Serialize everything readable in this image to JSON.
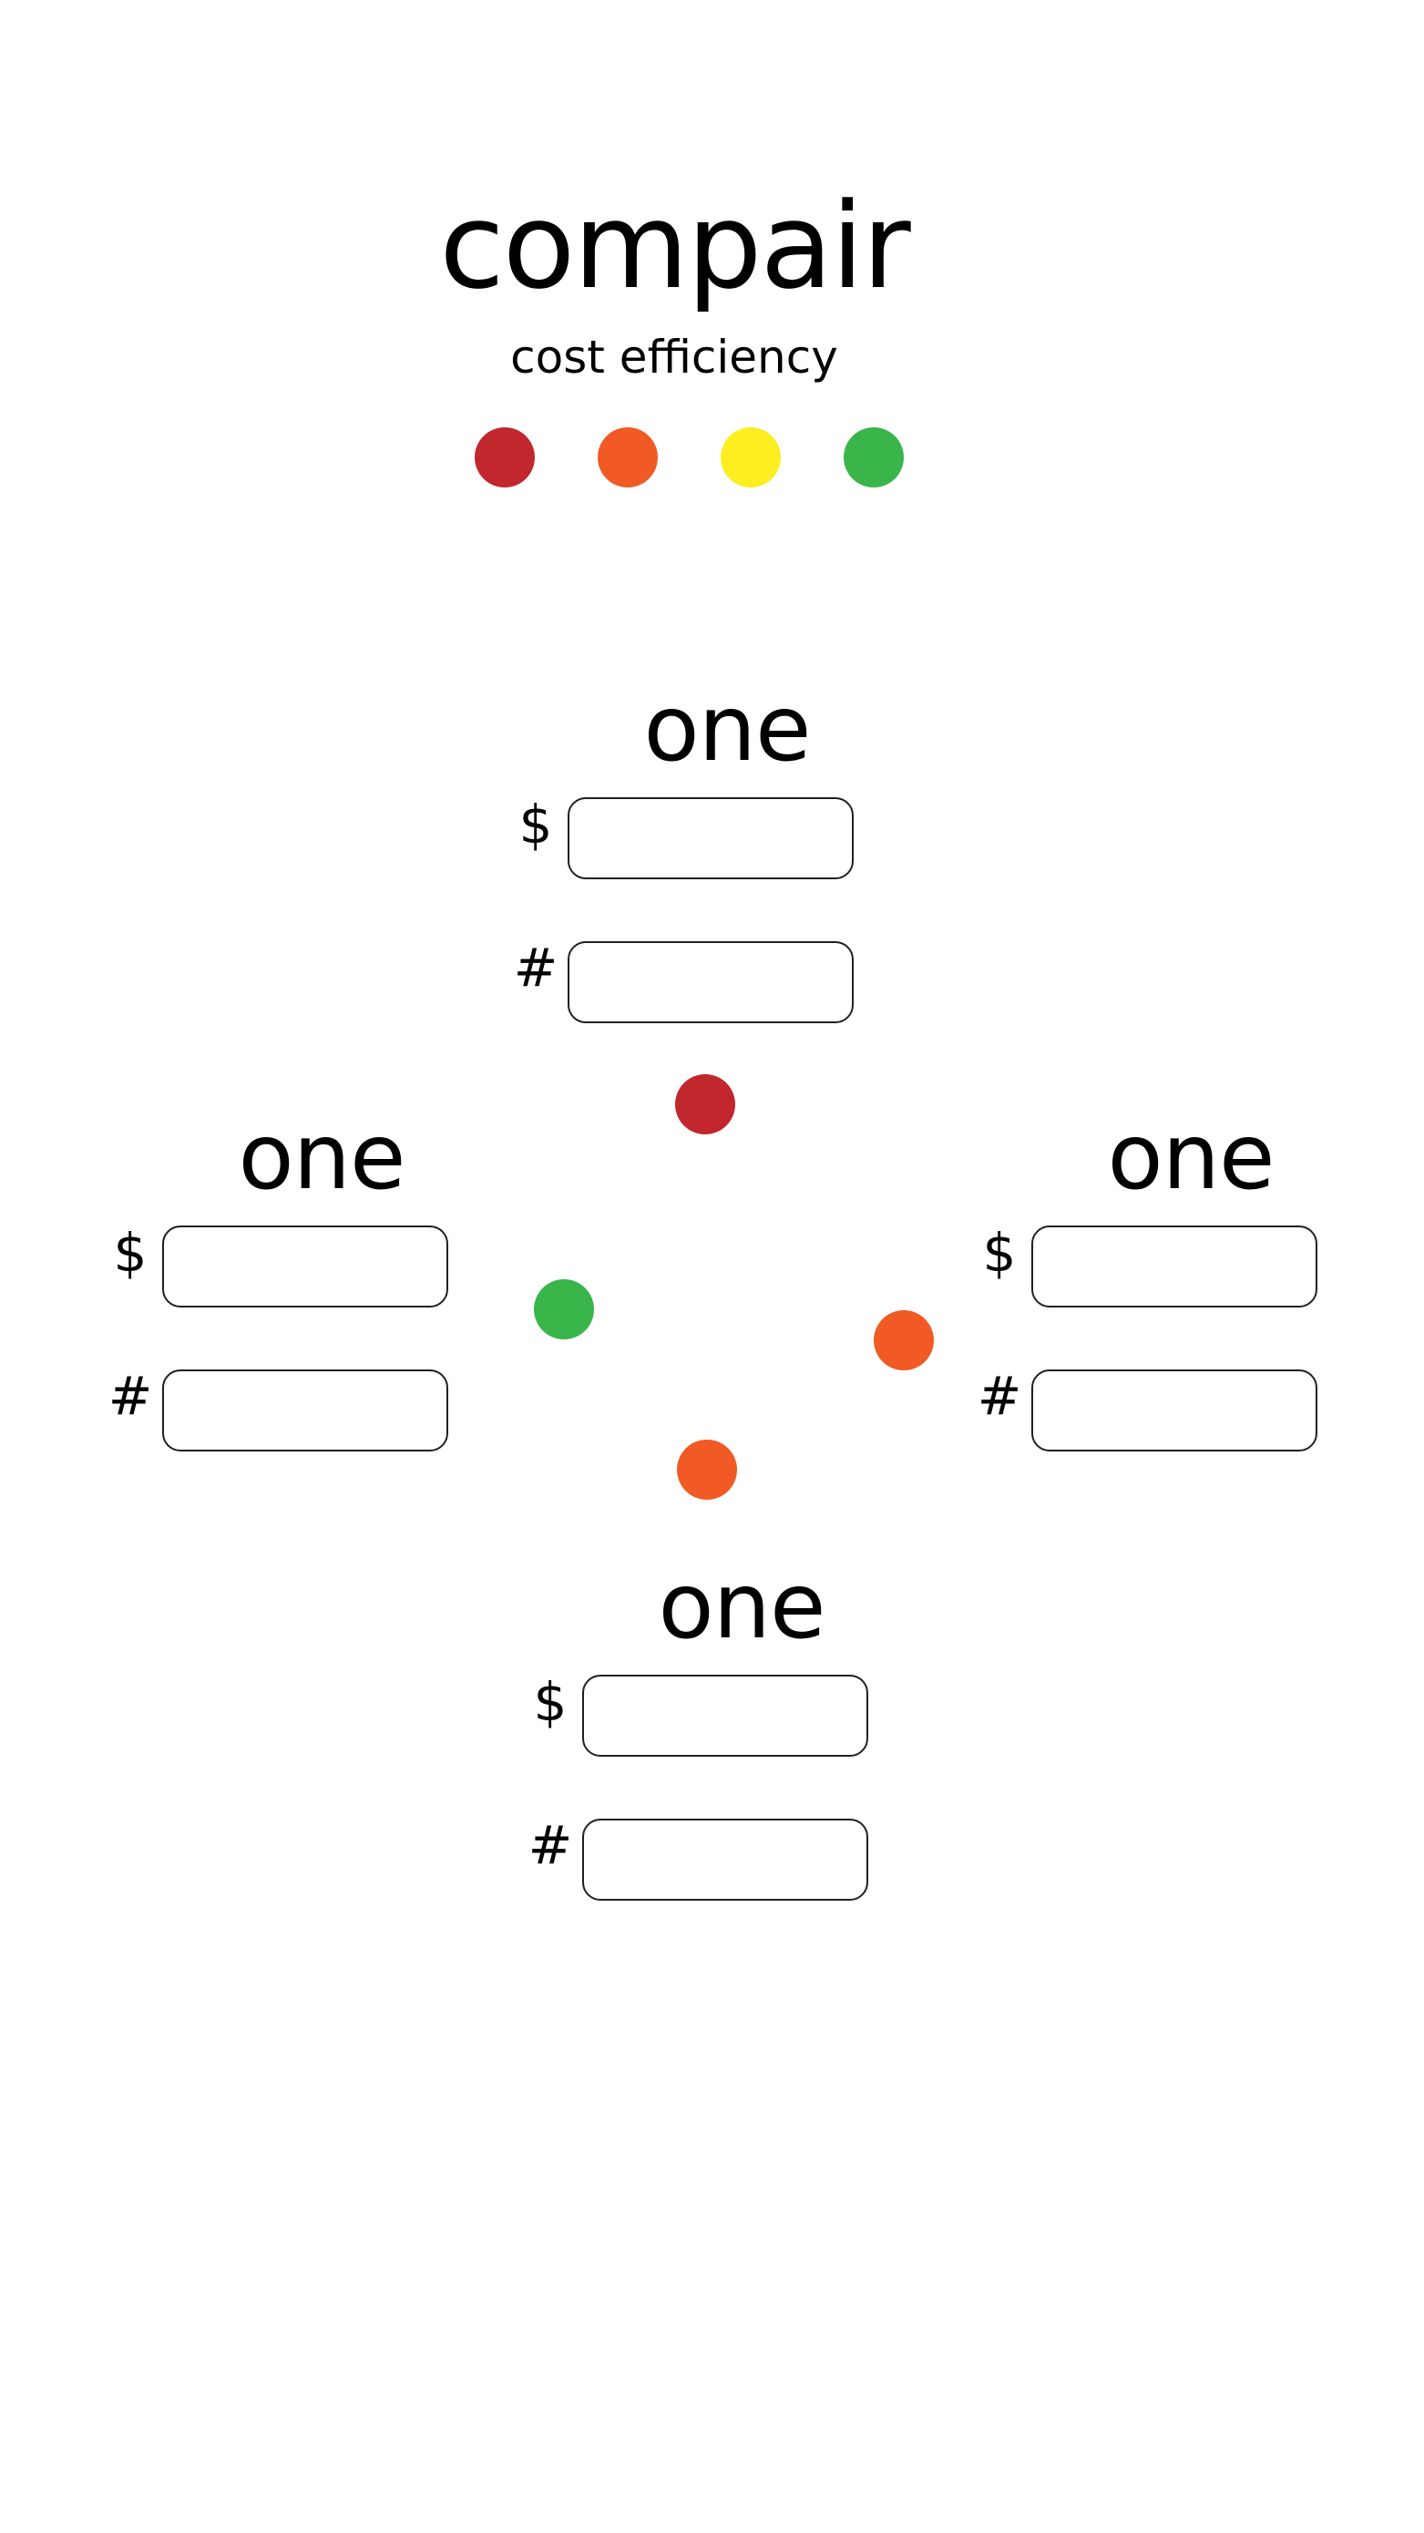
{
  "header": {
    "title": "compair",
    "subtitle": "cost efficiency"
  },
  "legend": {
    "dots": [
      {
        "name": "red",
        "color": "#c1272d"
      },
      {
        "name": "orange",
        "color": "#f15a24"
      },
      {
        "name": "yellow",
        "color": "#fcee21"
      },
      {
        "name": "green",
        "color": "#39b54a"
      }
    ]
  },
  "cards": {
    "top": {
      "title": "one",
      "cost_label": "$",
      "count_label": "#",
      "cost_value": "",
      "count_value": ""
    },
    "left": {
      "title": "one",
      "cost_label": "$",
      "count_label": "#",
      "cost_value": "",
      "count_value": ""
    },
    "right": {
      "title": "one",
      "cost_label": "$",
      "count_label": "#",
      "cost_value": "",
      "count_value": ""
    },
    "bottom": {
      "title": "one",
      "cost_label": "$",
      "count_label": "#",
      "cost_value": "",
      "count_value": ""
    }
  },
  "indicators": {
    "top": {
      "color": "#c1272d"
    },
    "left": {
      "color": "#39b54a"
    },
    "right": {
      "color": "#f15a24"
    },
    "bottom": {
      "color": "#f15a24"
    }
  }
}
